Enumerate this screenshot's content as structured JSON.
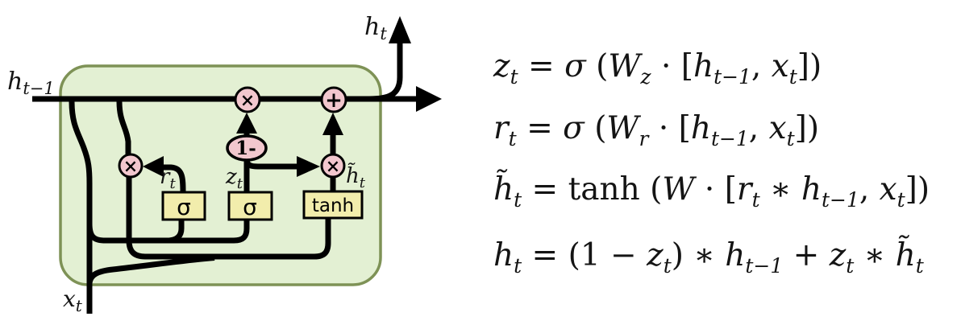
{
  "figure": {
    "type": "GRU recurrent-cell diagram with update equations"
  },
  "diagram": {
    "labels": {
      "h_prev": {
        "base": "h",
        "sub": "t−1"
      },
      "h_out": {
        "base": "h",
        "sub": "t"
      },
      "x_in": {
        "base": "x",
        "sub": "t"
      },
      "r_gate": {
        "base": "r",
        "sub": "t"
      },
      "z_gate": {
        "base": "z",
        "sub": "t"
      },
      "h_tilde": {
        "base": "h̃",
        "sub": "t"
      }
    },
    "gates": {
      "sigma_r": "σ",
      "sigma_z": "σ",
      "tanh": "tanh"
    },
    "operators": {
      "multiply": "×",
      "add": "+",
      "one_minus": "1-"
    },
    "colors": {
      "cell_fill": "#e3f0d3",
      "cell_border": "#7e9256",
      "operator_fill": "#f2c7ce",
      "gate_fill": "#f2edac",
      "line": "#000000"
    }
  },
  "equations": {
    "lines": [
      {
        "tokens": [
          {
            "k": "i",
            "t": "z"
          },
          {
            "k": "s",
            "t": "t"
          },
          {
            "k": "r",
            "t": " = "
          },
          {
            "k": "i",
            "t": "σ"
          },
          {
            "k": "r",
            "t": " ("
          },
          {
            "k": "i",
            "t": "W"
          },
          {
            "k": "s",
            "t": "z"
          },
          {
            "k": "r",
            "t": " · ["
          },
          {
            "k": "i",
            "t": "h"
          },
          {
            "k": "s",
            "t": "t−1"
          },
          {
            "k": "r",
            "t": ", "
          },
          {
            "k": "i",
            "t": "x"
          },
          {
            "k": "s",
            "t": "t"
          },
          {
            "k": "r",
            "t": "])"
          }
        ]
      },
      {
        "tokens": [
          {
            "k": "i",
            "t": "r"
          },
          {
            "k": "s",
            "t": "t"
          },
          {
            "k": "r",
            "t": " = "
          },
          {
            "k": "i",
            "t": "σ"
          },
          {
            "k": "r",
            "t": " ("
          },
          {
            "k": "i",
            "t": "W"
          },
          {
            "k": "s",
            "t": "r"
          },
          {
            "k": "r",
            "t": " · ["
          },
          {
            "k": "i",
            "t": "h"
          },
          {
            "k": "s",
            "t": "t−1"
          },
          {
            "k": "r",
            "t": ", "
          },
          {
            "k": "i",
            "t": "x"
          },
          {
            "k": "s",
            "t": "t"
          },
          {
            "k": "r",
            "t": "])"
          }
        ]
      },
      {
        "tokens": [
          {
            "k": "i",
            "t": "h̃"
          },
          {
            "k": "s",
            "t": "t"
          },
          {
            "k": "r",
            "t": " = tanh ("
          },
          {
            "k": "i",
            "t": "W"
          },
          {
            "k": "r",
            "t": " · ["
          },
          {
            "k": "i",
            "t": "r"
          },
          {
            "k": "s",
            "t": "t"
          },
          {
            "k": "r",
            "t": " ∗ "
          },
          {
            "k": "i",
            "t": "h"
          },
          {
            "k": "s",
            "t": "t−1"
          },
          {
            "k": "r",
            "t": ", "
          },
          {
            "k": "i",
            "t": "x"
          },
          {
            "k": "s",
            "t": "t"
          },
          {
            "k": "r",
            "t": "])"
          }
        ]
      },
      {
        "tokens": [
          {
            "k": "i",
            "t": "h"
          },
          {
            "k": "s",
            "t": "t"
          },
          {
            "k": "r",
            "t": " = (1 − "
          },
          {
            "k": "i",
            "t": "z"
          },
          {
            "k": "s",
            "t": "t"
          },
          {
            "k": "r",
            "t": ") ∗ "
          },
          {
            "k": "i",
            "t": "h"
          },
          {
            "k": "s",
            "t": "t−1"
          },
          {
            "k": "r",
            "t": " + "
          },
          {
            "k": "i",
            "t": "z"
          },
          {
            "k": "s",
            "t": "t"
          },
          {
            "k": "r",
            "t": " ∗ "
          },
          {
            "k": "i",
            "t": "h̃"
          },
          {
            "k": "s",
            "t": "t"
          }
        ]
      }
    ]
  }
}
